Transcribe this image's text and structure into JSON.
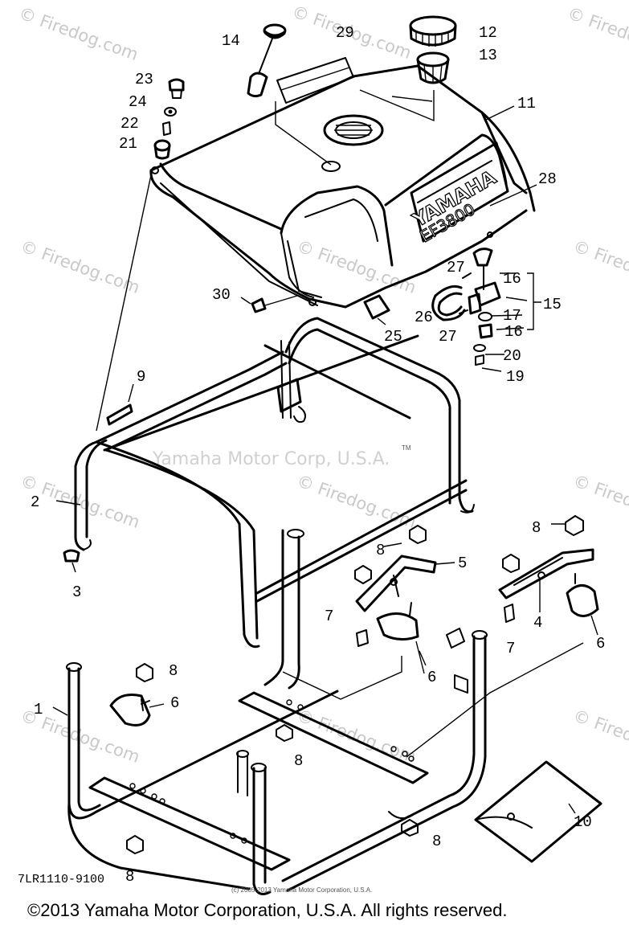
{
  "watermarks": {
    "site": "© Firedog.com",
    "brand": "Yamaha Motor Corp, U.S.A.",
    "tm": "TM"
  },
  "diagram": {
    "part_code": "7LR1110-9100",
    "tank_text_1": "YAMAHA",
    "tank_text_2": "EF3800",
    "small_copyright": "(c) 2005-2013 Yamaha Motor Corporation, U.S.A.",
    "callouts": {
      "n1": "1",
      "n2": "2",
      "n3": "3",
      "n4": "4",
      "n5": "5",
      "n6a": "6",
      "n6b": "6",
      "n6c": "6",
      "n7a": "7",
      "n7b": "7",
      "n8a": "8",
      "n8b": "8",
      "n8c": "8",
      "n8d": "8",
      "n8e": "8",
      "n8f": "8",
      "n9": "9",
      "n10": "10",
      "n11": "11",
      "n12": "12",
      "n13": "13",
      "n14": "14",
      "n15": "15",
      "n16a": "16",
      "n16b": "16",
      "n17": "17",
      "n19": "19",
      "n20": "20",
      "n21": "21",
      "n22": "22",
      "n23": "23",
      "n24": "24",
      "n25": "25",
      "n26": "26",
      "n27a": "27",
      "n27b": "27",
      "n28": "28",
      "n29": "29",
      "n30": "30"
    }
  },
  "footer": {
    "copyright": "©2013 Yamaha Motor Corporation, U.S.A. All rights reserved."
  }
}
